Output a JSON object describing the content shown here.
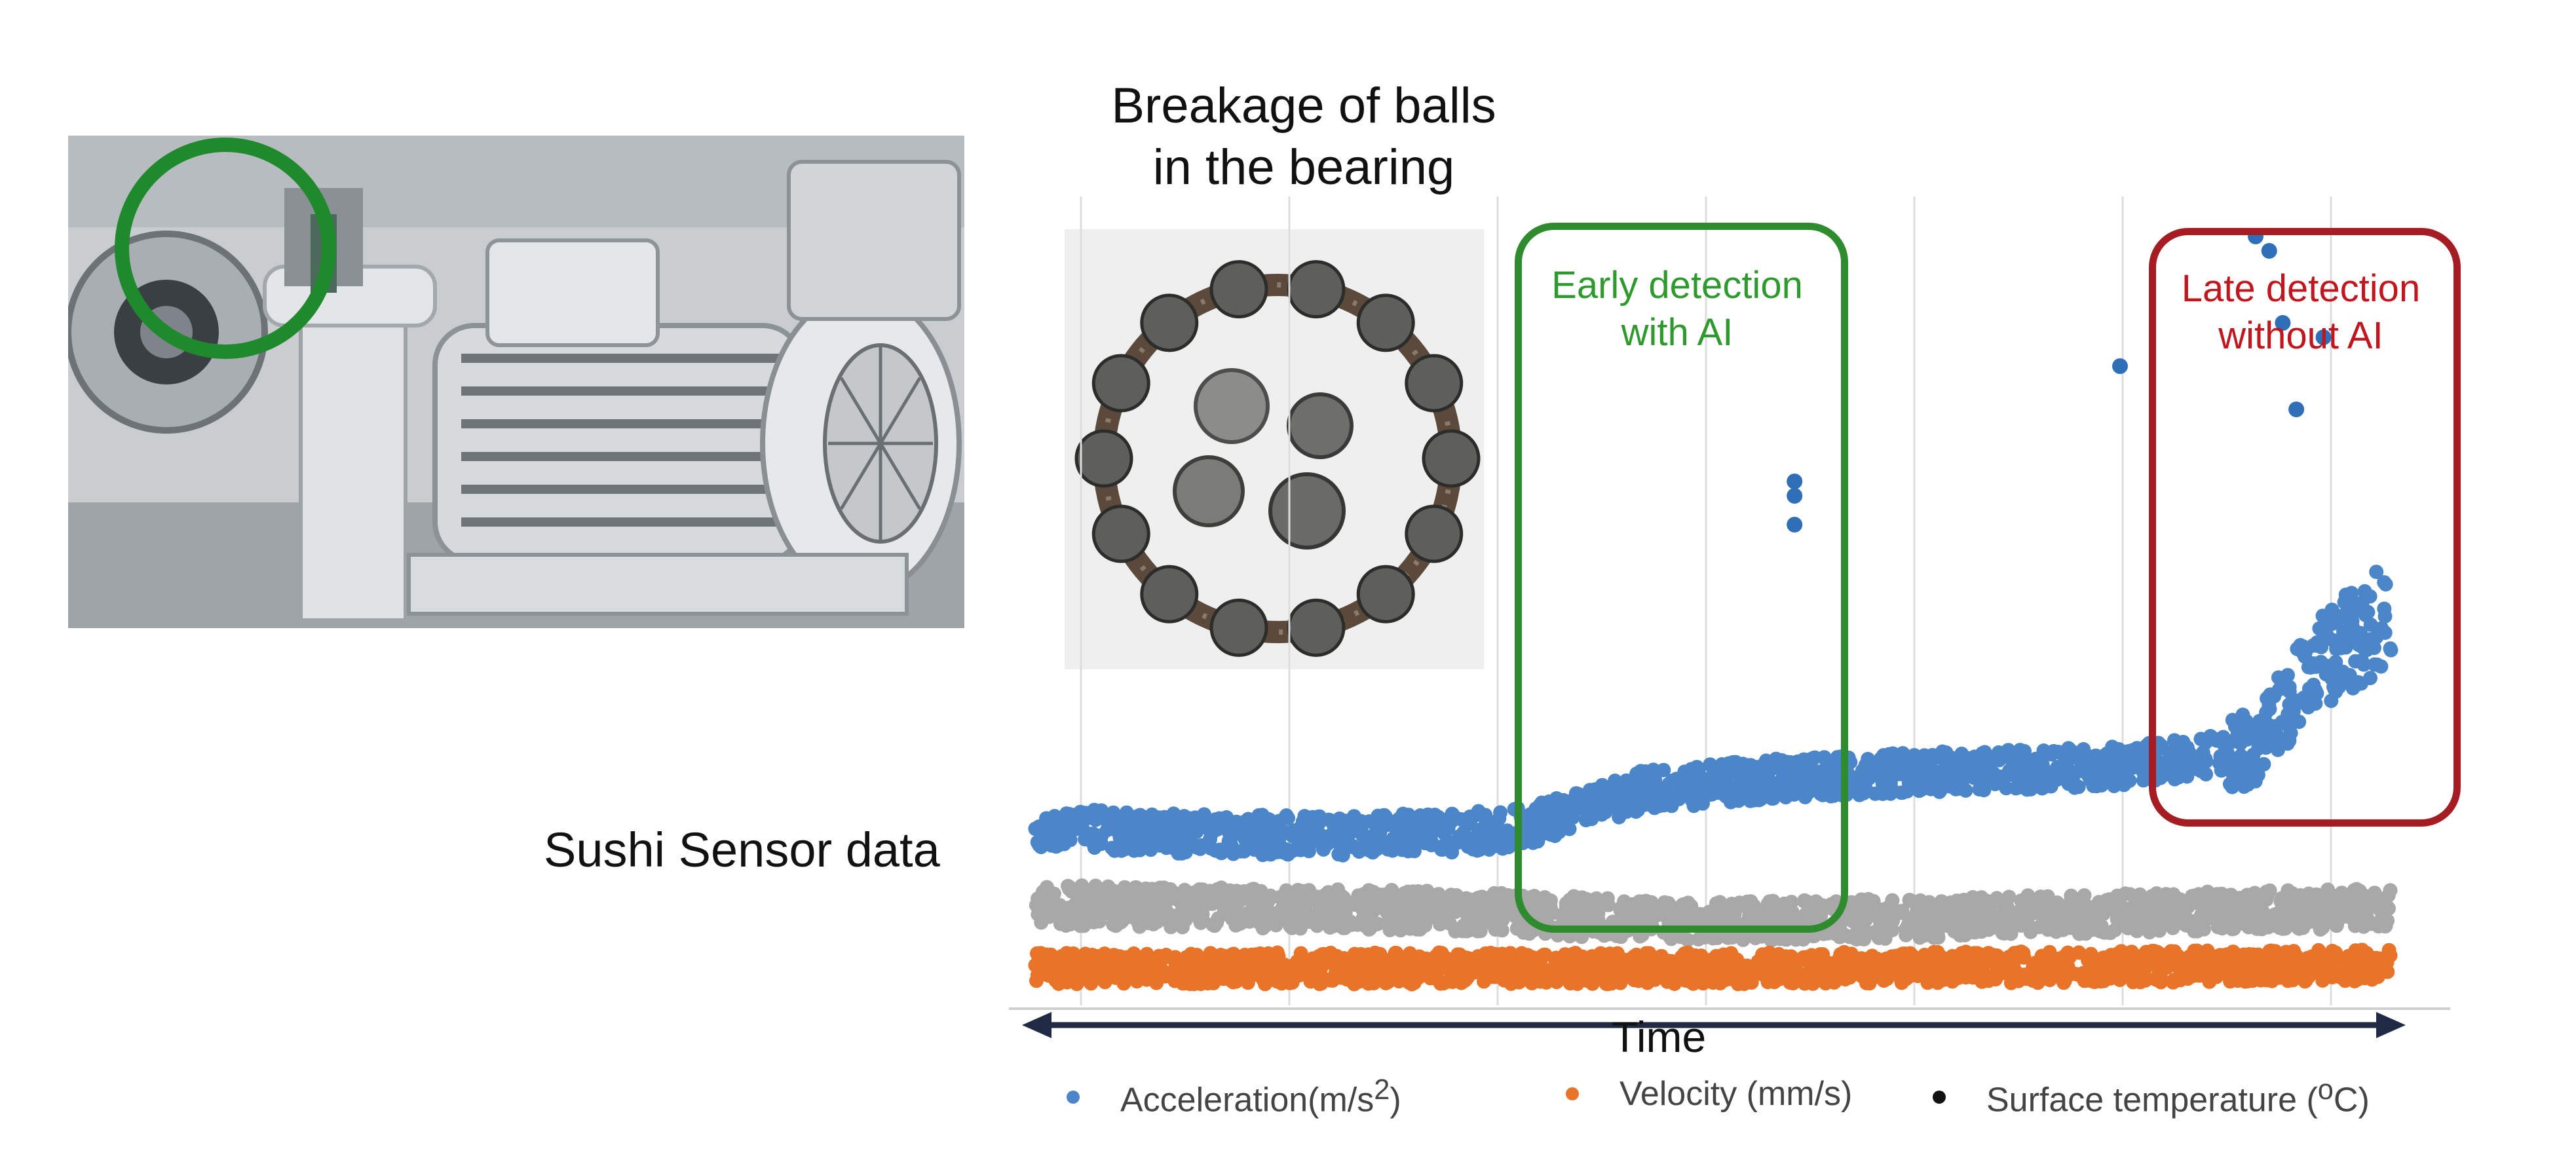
{
  "bearing_caption": {
    "line1": "Breakage of balls",
    "line2": "in the bearing"
  },
  "sensor_label": "Sushi Sensor data",
  "time_label": "Time",
  "annotations": {
    "early": {
      "line1": "Early detection",
      "line2": "with AI",
      "color": "#2e8b2e"
    },
    "late": {
      "line1": "Late detection",
      "line2": "without AI",
      "color": "#a51d22"
    }
  },
  "legend": [
    {
      "label": "Acceleration(m/s",
      "sup": "2",
      "tail": ")",
      "color": "#4a86c8"
    },
    {
      "label": "Velocity (mm/s)",
      "sup": "",
      "tail": "",
      "color": "#e8742a"
    },
    {
      "label": "Surface temperature  (",
      "sup": "o",
      "tail": "C)",
      "color": "#111111"
    }
  ],
  "chart_data": {
    "type": "scatter",
    "title": "",
    "xlabel": "Time",
    "ylabel": "",
    "x_ticks_labeled": false,
    "y_ticks_labeled": false,
    "grid": "vertical",
    "legend_position": "bottom",
    "series": [
      {
        "name": "Acceleration(m/s2)",
        "color": "#4a86c8",
        "trend": [
          [
            0,
            0.55
          ],
          [
            0.1,
            0.53
          ],
          [
            0.2,
            0.52
          ],
          [
            0.3,
            0.53
          ],
          [
            0.36,
            0.55
          ],
          [
            0.45,
            0.68
          ],
          [
            0.55,
            0.72
          ],
          [
            0.65,
            0.74
          ],
          [
            0.8,
            0.76
          ],
          [
            0.9,
            0.82
          ],
          [
            0.94,
            1.1
          ],
          [
            1.0,
            1.3
          ]
        ],
        "outliers": [
          [
            0.56,
            1.75
          ],
          [
            0.56,
            1.7
          ],
          [
            0.56,
            1.6
          ],
          [
            0.8,
            2.15
          ],
          [
            0.9,
            2.6
          ],
          [
            0.91,
            2.55
          ],
          [
            0.93,
            2.0
          ],
          [
            0.92,
            2.3
          ],
          [
            0.95,
            2.25
          ]
        ]
      },
      {
        "name": "Surface temperature (oC)",
        "color": "#a8a8a8",
        "trend": [
          [
            0,
            0.28
          ],
          [
            0.3,
            0.26
          ],
          [
            0.5,
            0.22
          ],
          [
            0.7,
            0.24
          ],
          [
            1.0,
            0.27
          ]
        ]
      },
      {
        "name": "Velocity (mm/s)",
        "color": "#e8742a",
        "trend": [
          [
            0,
            0.06
          ],
          [
            0.5,
            0.06
          ],
          [
            1.0,
            0.07
          ]
        ]
      }
    ]
  }
}
